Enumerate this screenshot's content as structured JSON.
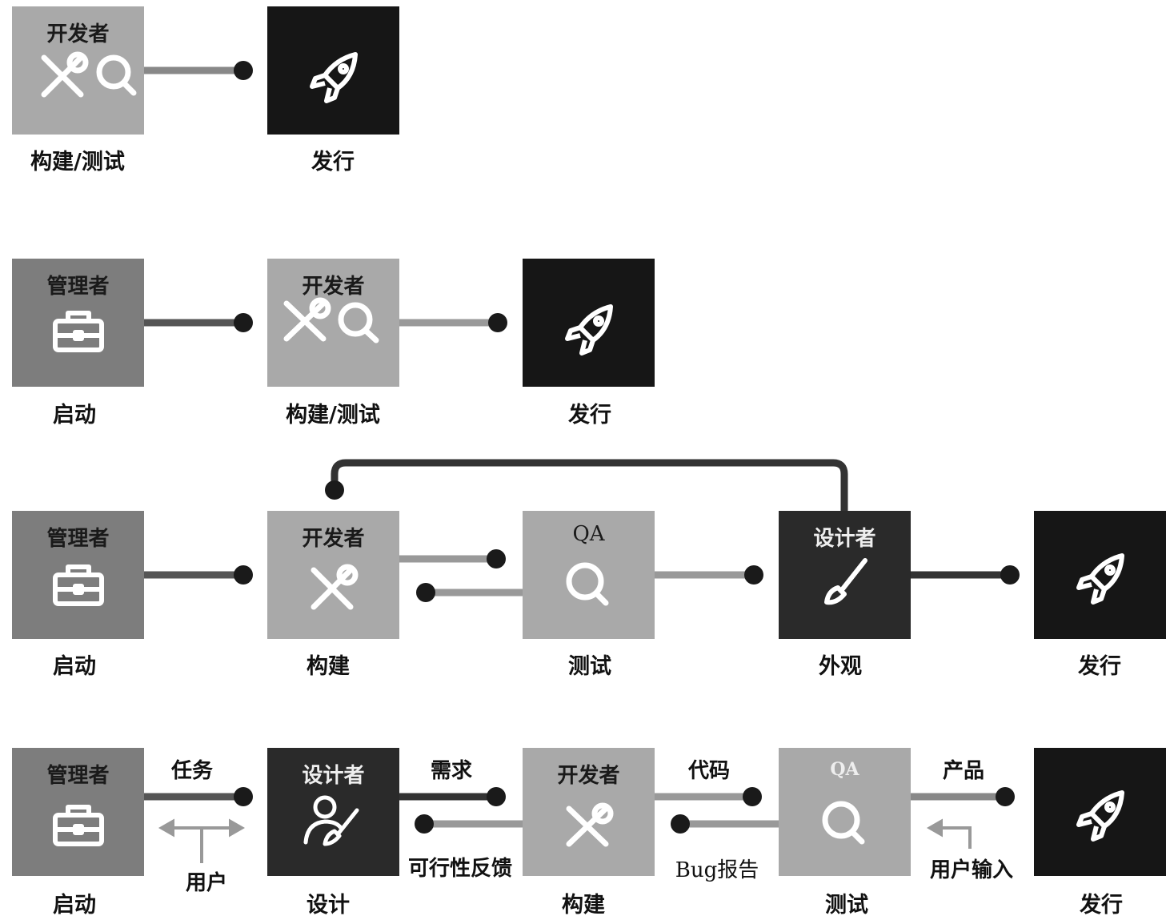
{
  "rows": [
    {
      "nodes": [
        {
          "role": "开发者",
          "label": "构建/测试",
          "icons": [
            "wrench-screwdriver-icon",
            "magnifier-icon"
          ]
        },
        {
          "role": "",
          "label": "发行",
          "icons": [
            "rocket-icon"
          ]
        }
      ]
    },
    {
      "nodes": [
        {
          "role": "管理者",
          "label": "启动",
          "icons": [
            "briefcase-icon"
          ]
        },
        {
          "role": "开发者",
          "label": "构建/测试",
          "icons": [
            "wrench-screwdriver-icon",
            "magnifier-icon"
          ]
        },
        {
          "role": "",
          "label": "发行",
          "icons": [
            "rocket-icon"
          ]
        }
      ]
    },
    {
      "nodes": [
        {
          "role": "管理者",
          "label": "启动",
          "icons": [
            "briefcase-icon"
          ]
        },
        {
          "role": "开发者",
          "label": "构建",
          "icons": [
            "wrench-screwdriver-icon"
          ]
        },
        {
          "role": "QA",
          "label": "测试",
          "icons": [
            "magnifier-icon"
          ]
        },
        {
          "role": "设计者",
          "label": "外观",
          "icons": [
            "paintbrush-icon"
          ]
        },
        {
          "role": "",
          "label": "发行",
          "icons": [
            "rocket-icon"
          ]
        }
      ]
    },
    {
      "nodes": [
        {
          "role": "管理者",
          "label": "启动",
          "icons": [
            "briefcase-icon"
          ]
        },
        {
          "role": "设计者",
          "label": "设计",
          "icons": [
            "user-brush-icon"
          ]
        },
        {
          "role": "开发者",
          "label": "构建",
          "icons": [
            "wrench-screwdriver-icon"
          ]
        },
        {
          "role": "QA",
          "label": "测试",
          "icons": [
            "magnifier-icon"
          ]
        },
        {
          "role": "",
          "label": "发行",
          "icons": [
            "rocket-icon"
          ]
        }
      ],
      "edges": {
        "task": "任务",
        "users": "用户",
        "requirements": "需求",
        "feasibility": "可行性反馈",
        "code": "代码",
        "bug_report": "Bug报告",
        "product": "产品",
        "user_input": "用户输入"
      }
    }
  ],
  "colors": {
    "manager": "#7d7d7d",
    "developer": "#a9a9a9",
    "qa": "#a9a9a9",
    "designer": "#2a2a2a",
    "release": "#161616",
    "connector_dark": "#555555",
    "connector_light": "#9a9a9a",
    "dot": "#1a1a1a"
  }
}
